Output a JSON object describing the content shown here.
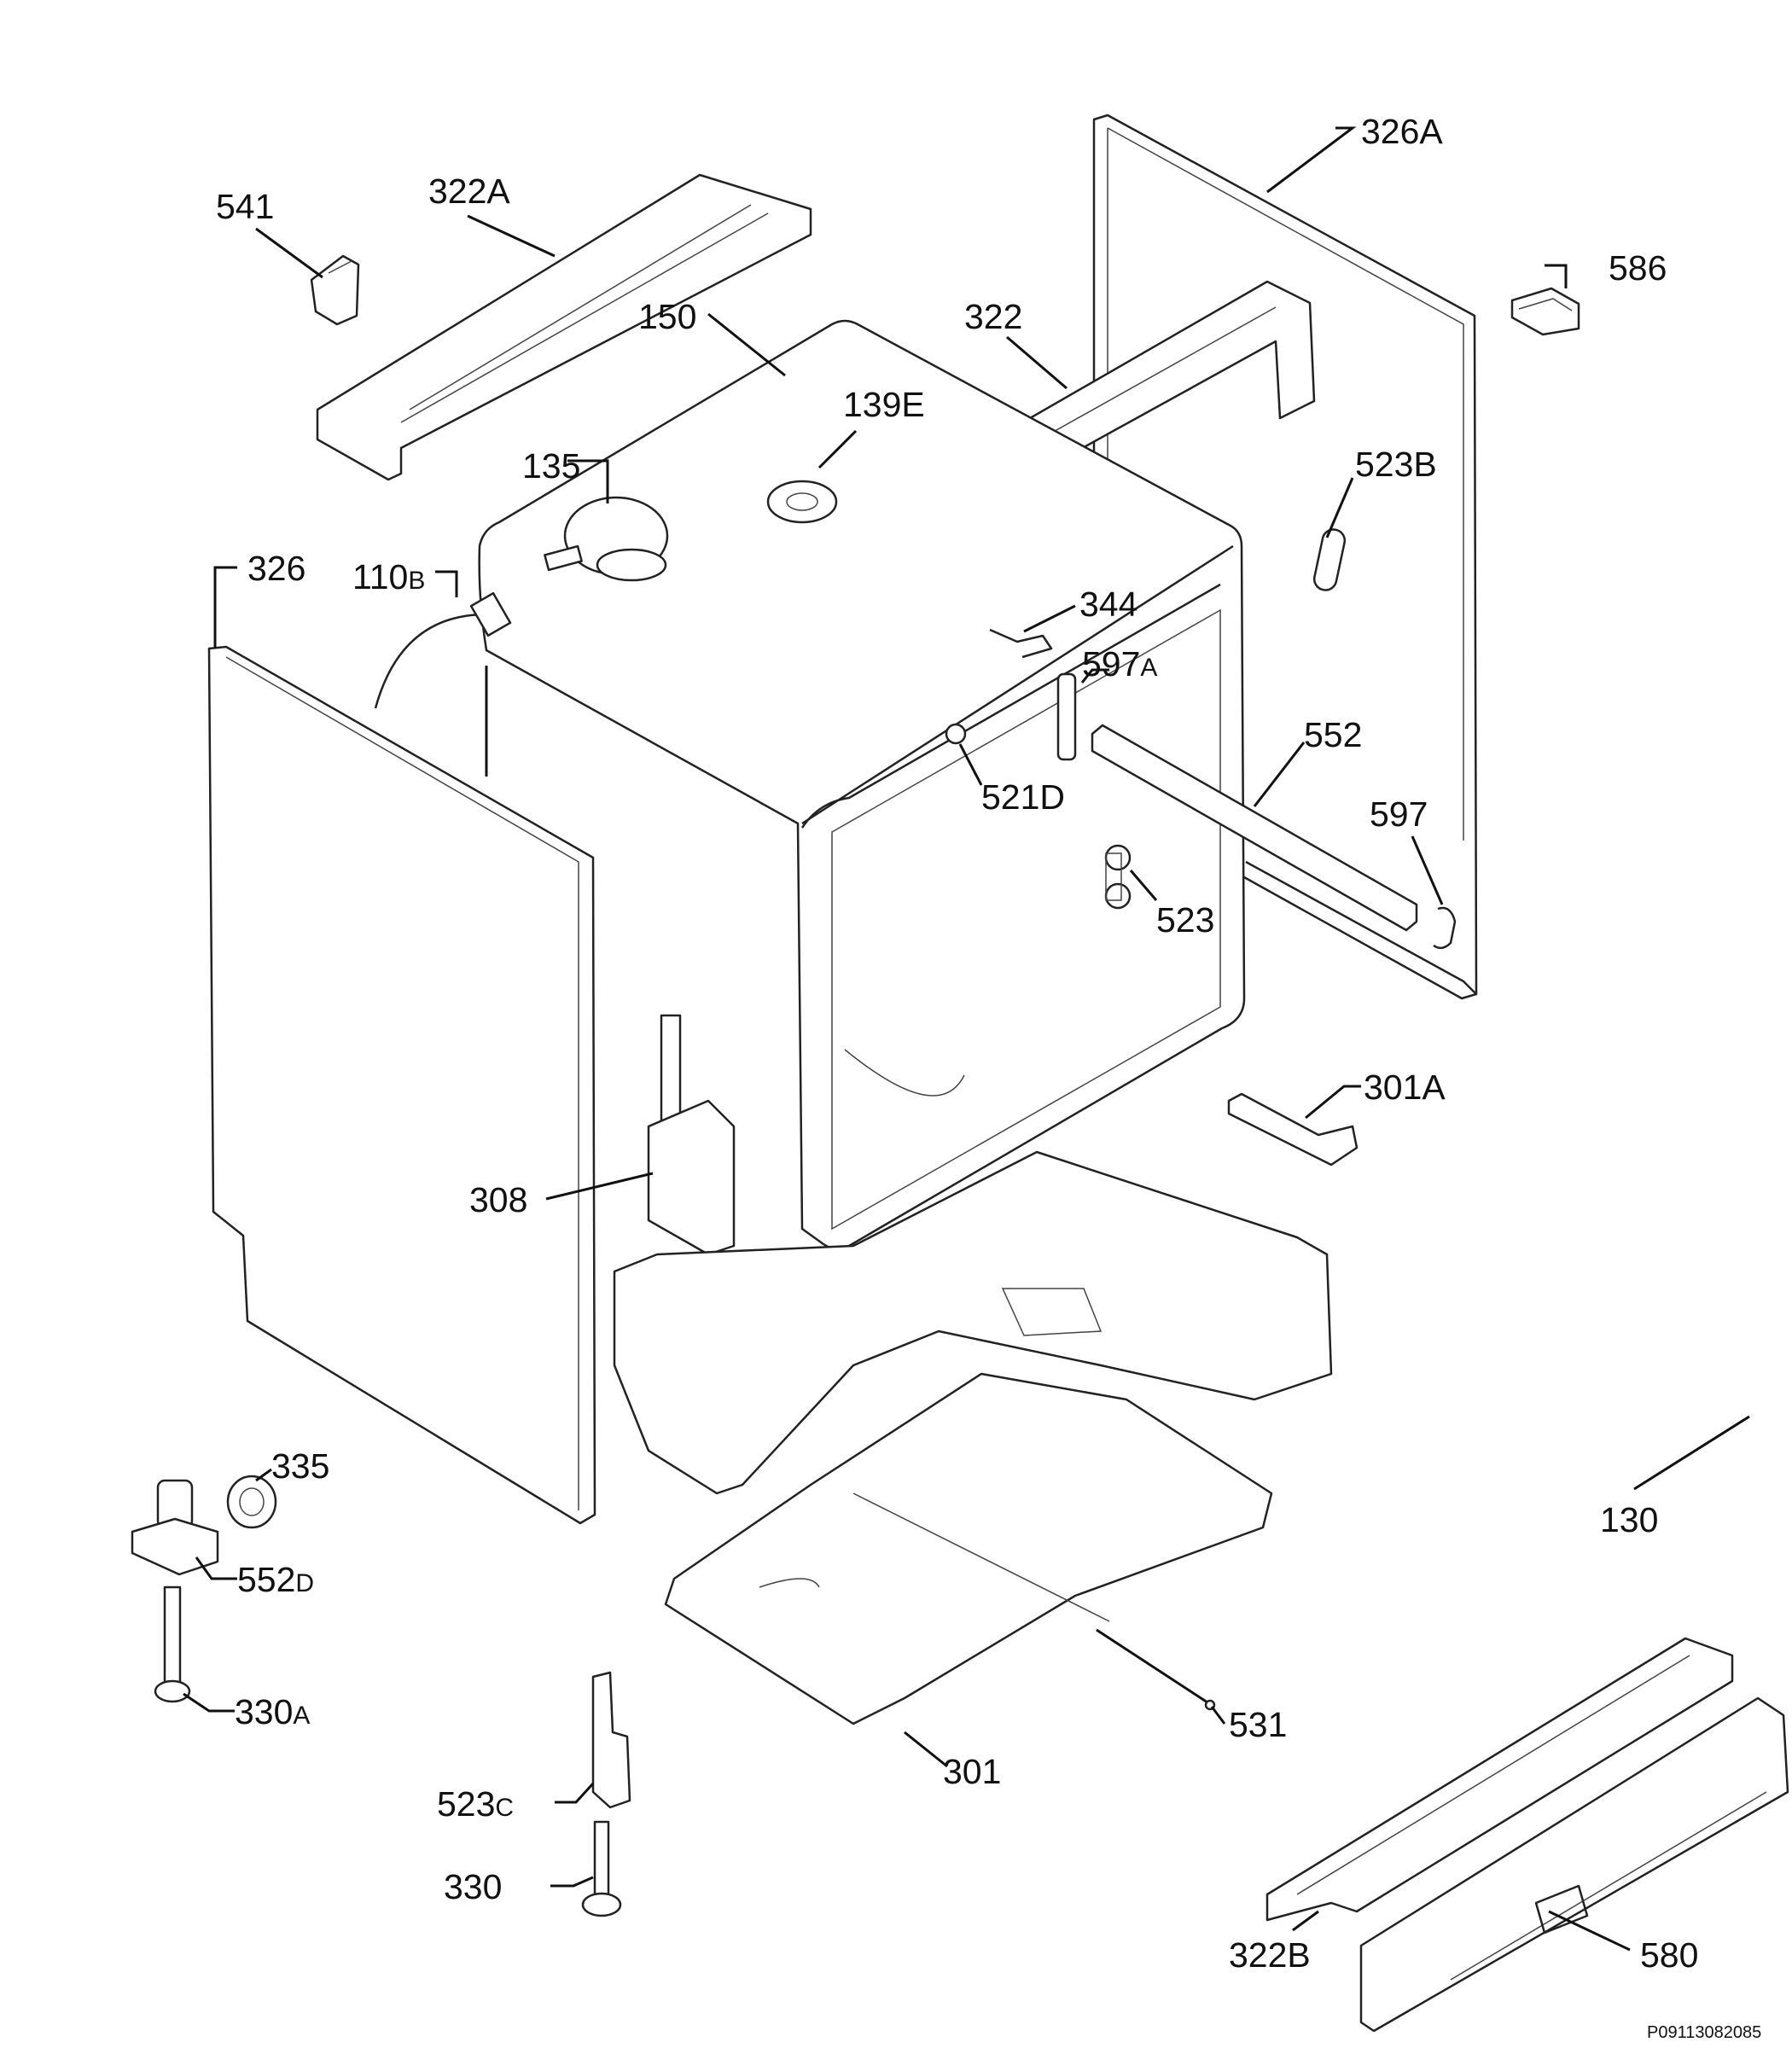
{
  "drawing_code": "P09113082085",
  "labels": [
    {
      "id": "541",
      "num": "541",
      "suffix": ""
    },
    {
      "id": "322a",
      "num": "322A",
      "suffix": ""
    },
    {
      "id": "150",
      "num": "150",
      "suffix": ""
    },
    {
      "id": "135",
      "num": "135",
      "suffix": ""
    },
    {
      "id": "139e",
      "num": "139E",
      "suffix": ""
    },
    {
      "id": "322",
      "num": "322",
      "suffix": ""
    },
    {
      "id": "326a",
      "num": "326A",
      "suffix": ""
    },
    {
      "id": "586",
      "num": "586",
      "suffix": ""
    },
    {
      "id": "523b",
      "num": "523B",
      "suffix": ""
    },
    {
      "id": "326",
      "num": "326",
      "suffix": ""
    },
    {
      "id": "110b",
      "num": "110",
      "suffix": "B"
    },
    {
      "id": "344",
      "num": "344",
      "suffix": ""
    },
    {
      "id": "597a",
      "num": "597",
      "suffix": "A"
    },
    {
      "id": "552",
      "num": "552",
      "suffix": ""
    },
    {
      "id": "521d",
      "num": "521D",
      "suffix": ""
    },
    {
      "id": "597",
      "num": "597",
      "suffix": ""
    },
    {
      "id": "523",
      "num": "523",
      "suffix": ""
    },
    {
      "id": "301a",
      "num": "301A",
      "suffix": ""
    },
    {
      "id": "308",
      "num": "308",
      "suffix": ""
    },
    {
      "id": "130",
      "num": "130",
      "suffix": ""
    },
    {
      "id": "335",
      "num": "335",
      "suffix": ""
    },
    {
      "id": "552d",
      "num": "552",
      "suffix": "D"
    },
    {
      "id": "330a",
      "num": "330",
      "suffix": "A"
    },
    {
      "id": "531",
      "num": "531",
      "suffix": ""
    },
    {
      "id": "301",
      "num": "301",
      "suffix": ""
    },
    {
      "id": "523c",
      "num": "523",
      "suffix": "C"
    },
    {
      "id": "330",
      "num": "330",
      "suffix": ""
    },
    {
      "id": "322b",
      "num": "322B",
      "suffix": ""
    },
    {
      "id": "580",
      "num": "580",
      "suffix": ""
    }
  ]
}
